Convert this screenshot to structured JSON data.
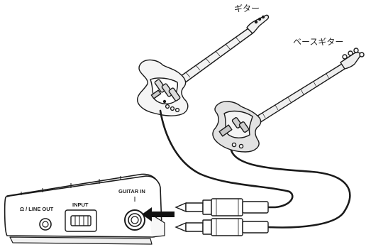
{
  "labels": {
    "guitar": "ギター",
    "bass": "ベースギター"
  },
  "device": {
    "headphone_line_out": "Ω / LINE OUT",
    "input": "INPUT",
    "guitar_in": "GUITAR IN"
  },
  "icons": [
    "headphone-icon",
    "arrow-left-icon",
    "jack-plug-icon"
  ],
  "colors": {
    "line": "#1a1a1a",
    "guitar_body": "#f4f4f4",
    "bass_body": "#e4e4e4",
    "arrow": "#111111"
  }
}
